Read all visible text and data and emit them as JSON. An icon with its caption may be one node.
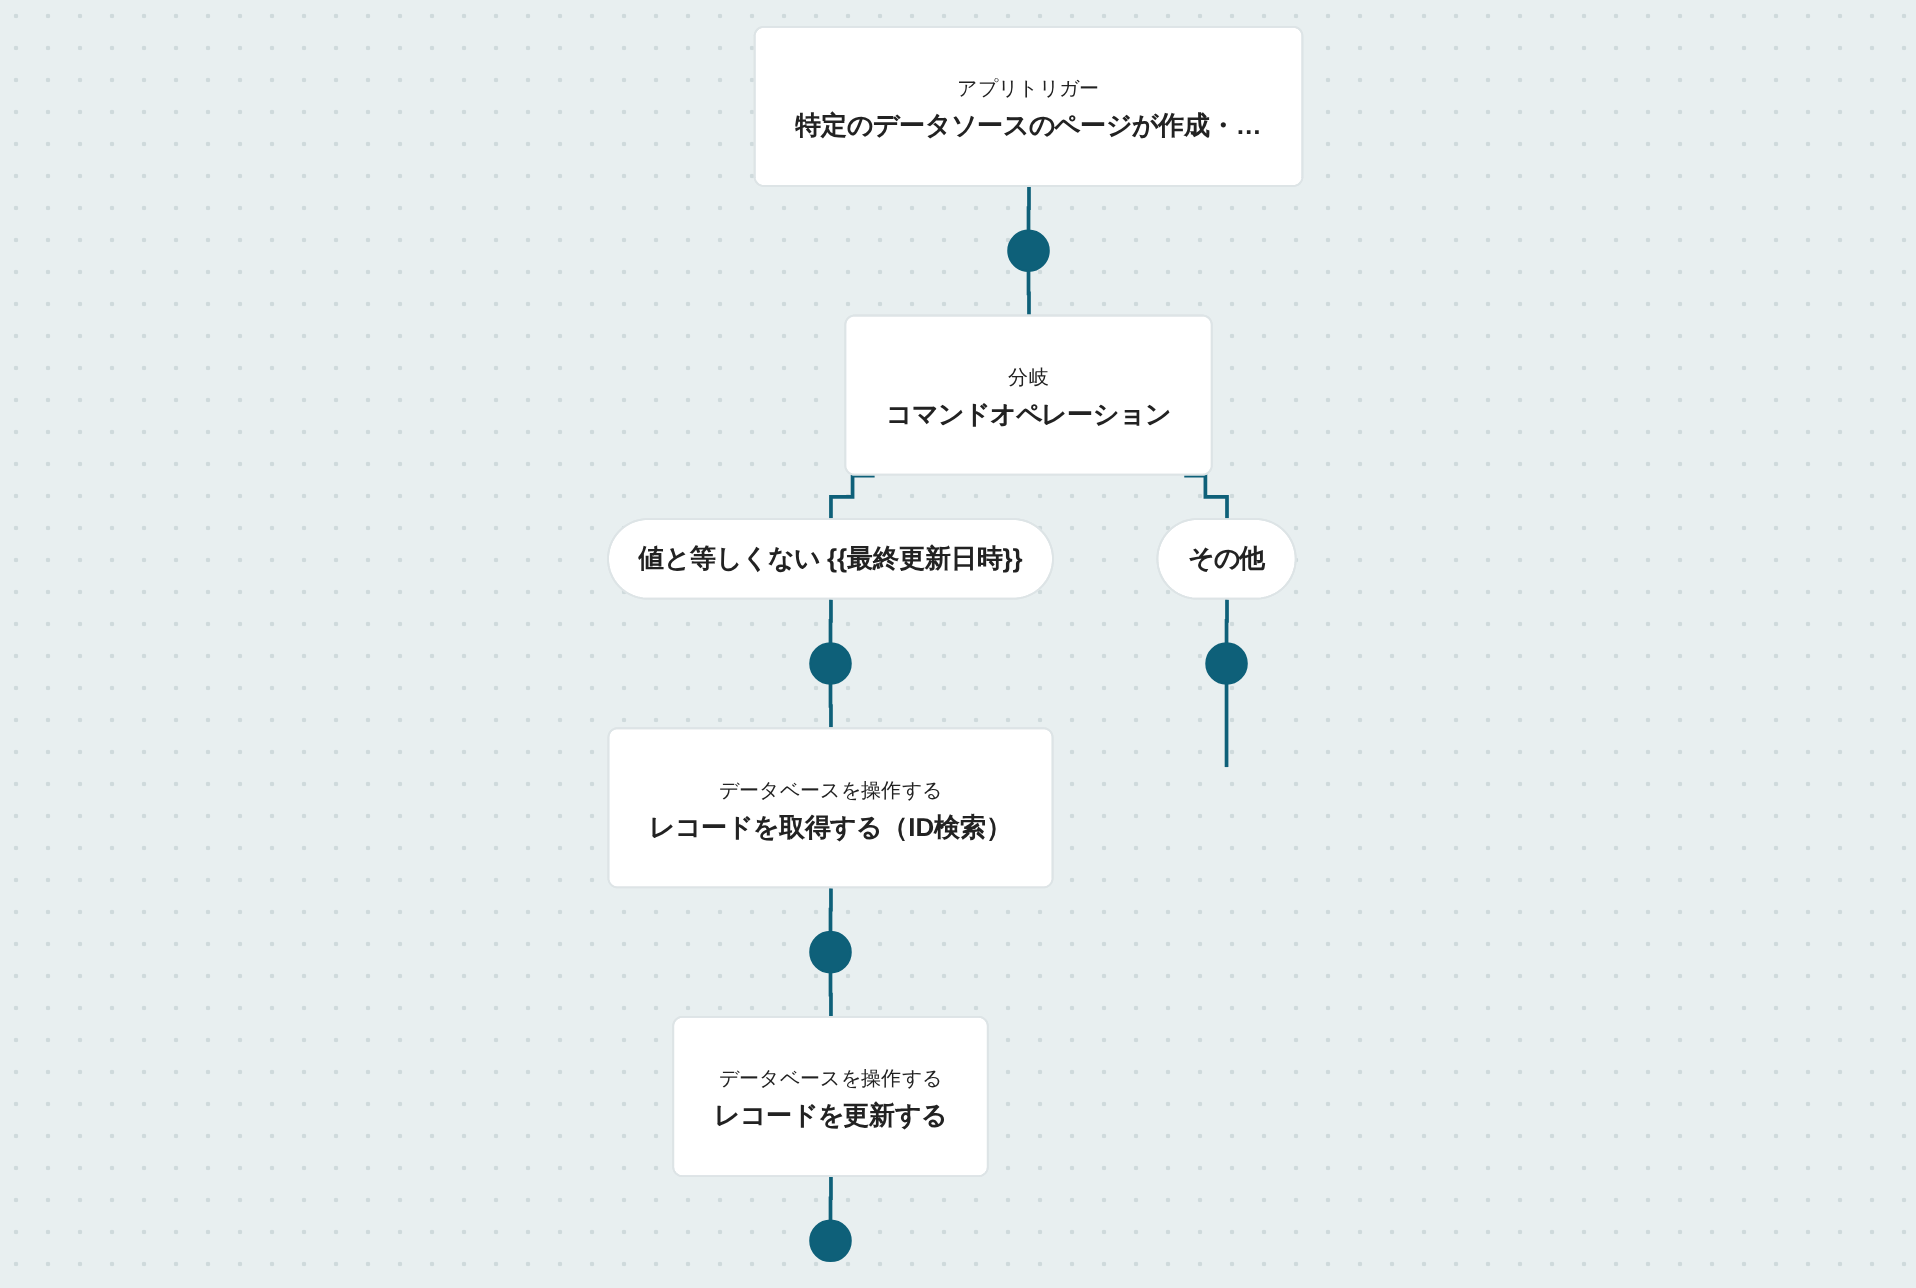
{
  "diagram": {
    "nodes": [
      {
        "text": [
          "アプリトリガー",
          "特定のデータソースのページが作成・…"
        ]
      },
      {
        "text": [],
        "shape": "circle"
      },
      {
        "text": [
          "分岐",
          "コマンドオペレーション"
        ]
      },
      {
        "text": [
          "その他"
        ]
      },
      {
        "text": [],
        "shape": "circle"
      },
      {
        "text": [
          "値と等しくない {{最終更新日時}}"
        ]
      },
      {
        "text": [],
        "shape": "circle"
      },
      {
        "text": [
          "データベースを操作する",
          "レコードを取得する（ID検索）"
        ]
      },
      {
        "text": [],
        "shape": "circle"
      },
      {
        "text": [
          "データベースを操作する",
          "レコードを更新する"
        ]
      },
      {
        "text": [],
        "shape": "circle"
      }
    ],
    "edges": [
      {
        "from": 0,
        "to": 1,
        "arrow": "none"
      },
      {
        "from": 1,
        "to": 2,
        "arrow": "none"
      },
      {
        "from": 2,
        "to": 3,
        "arrow": "none"
      },
      {
        "from": 2,
        "to": 5,
        "arrow": "none"
      },
      {
        "from": 3,
        "to": 4,
        "arrow": "none"
      },
      {
        "from": 4,
        "to": null,
        "arrow": "none"
      },
      {
        "from": 5,
        "to": 6,
        "arrow": "none"
      },
      {
        "from": 6,
        "to": 7,
        "arrow": "none"
      },
      {
        "from": 7,
        "to": 8,
        "arrow": "none"
      },
      {
        "from": 8,
        "to": 9,
        "arrow": "none"
      },
      {
        "from": 9,
        "to": 10,
        "arrow": "none"
      }
    ]
  }
}
